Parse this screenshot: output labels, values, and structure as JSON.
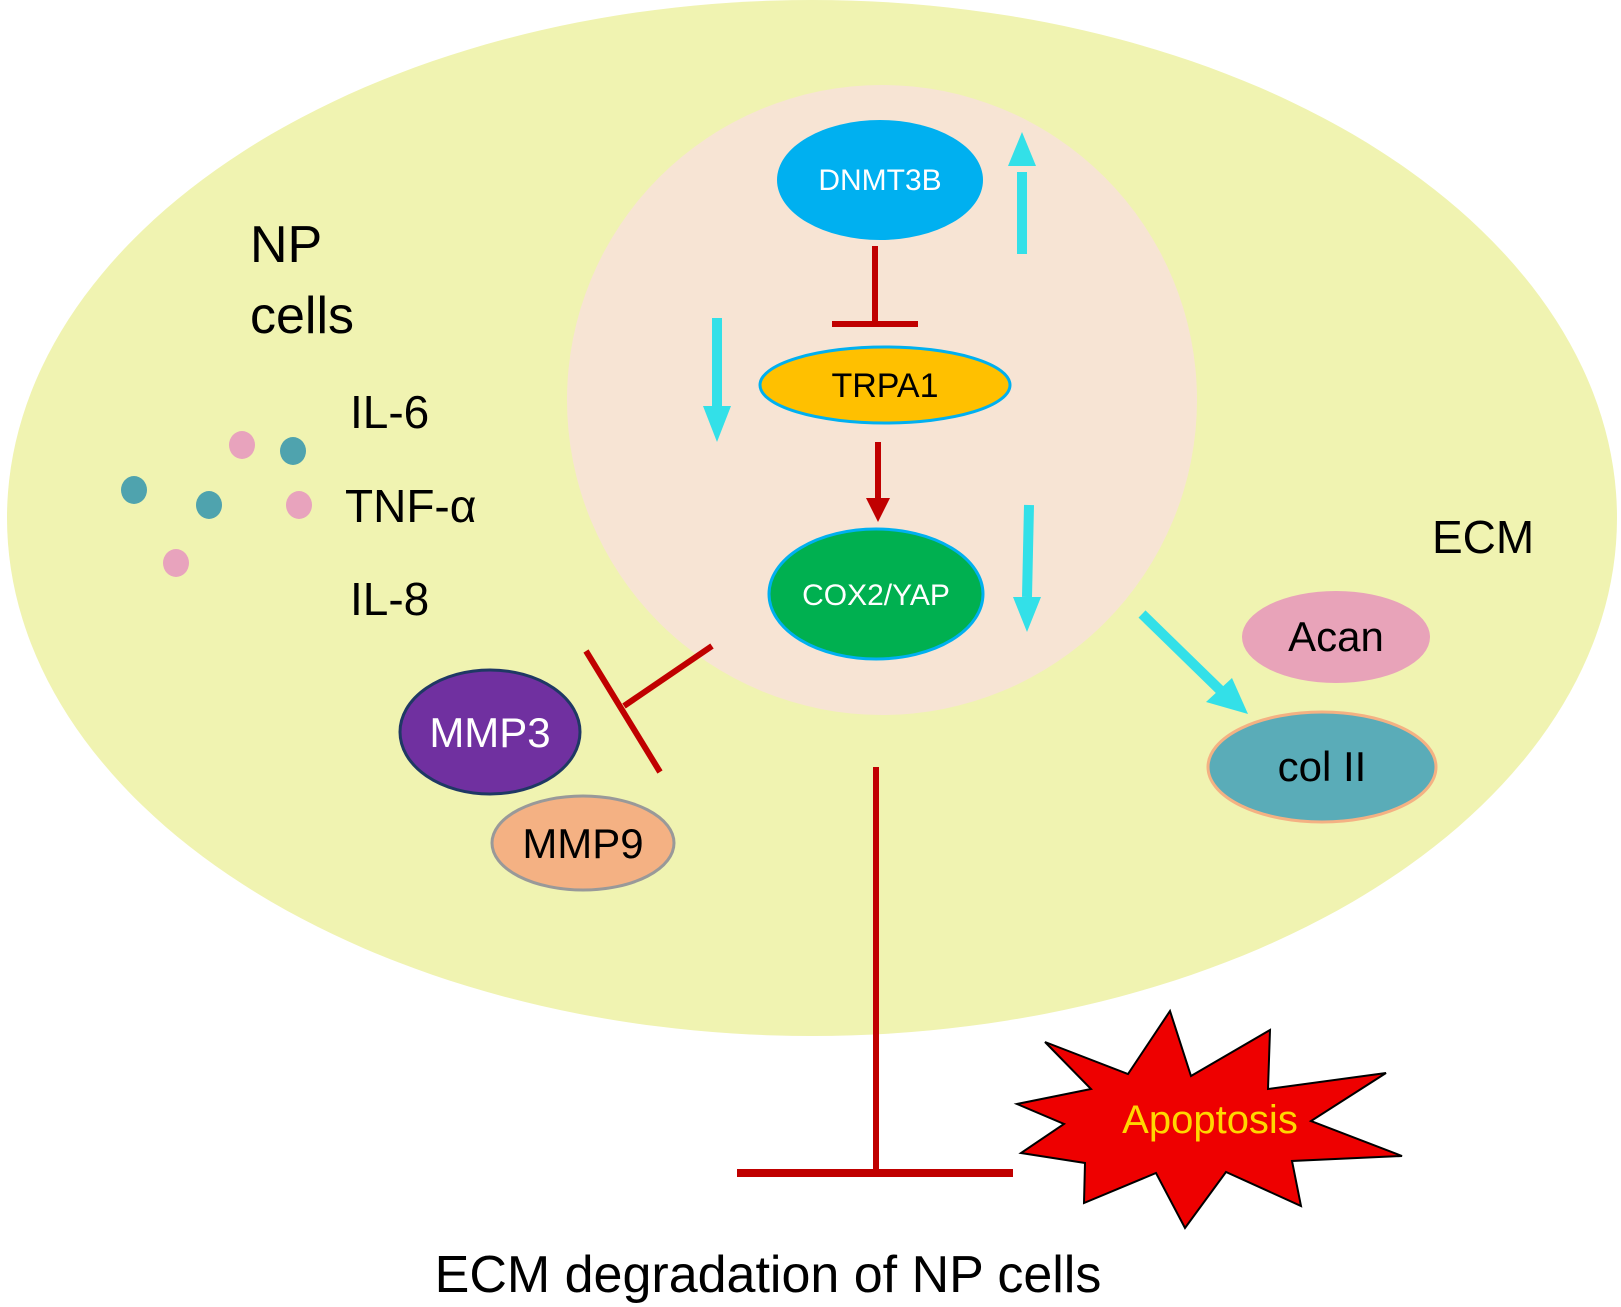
{
  "labels": {
    "np_cells_line1": "NP",
    "np_cells_line2": "cells",
    "il6": "IL-6",
    "tnf": "TNF-α",
    "il8": "IL-8",
    "ecm": "ECM",
    "bottom_caption": "ECM degradation of NP cells"
  },
  "nodes": {
    "dnmt3b": "DNMT3B",
    "trpa1": "TRPA1",
    "cox2_yap": "COX2/YAP",
    "mmp3": "MMP3",
    "mmp9": "MMP9",
    "acan": "Acan",
    "col2": "col II",
    "apoptosis": "Apoptosis"
  },
  "colors": {
    "cell_fill": "#f0f3b1",
    "nucleus_fill": "#f7e4d4",
    "dnmt3b": "#00b0f0",
    "trpa1": "#ffc000",
    "cox2_yap": "#00b050",
    "mmp3": "#7030a0",
    "mmp9": "#f4b183",
    "acan": "#e8a3b9",
    "col2": "#5aacb8",
    "inhibition": "#c00000",
    "trend_arrow": "#33e0e8",
    "apoptosis_burst": "#ee0000",
    "apoptosis_text": "#ffd700",
    "cytokine_pink": "#e8a3bd",
    "cytokine_teal": "#4fa3ae"
  }
}
